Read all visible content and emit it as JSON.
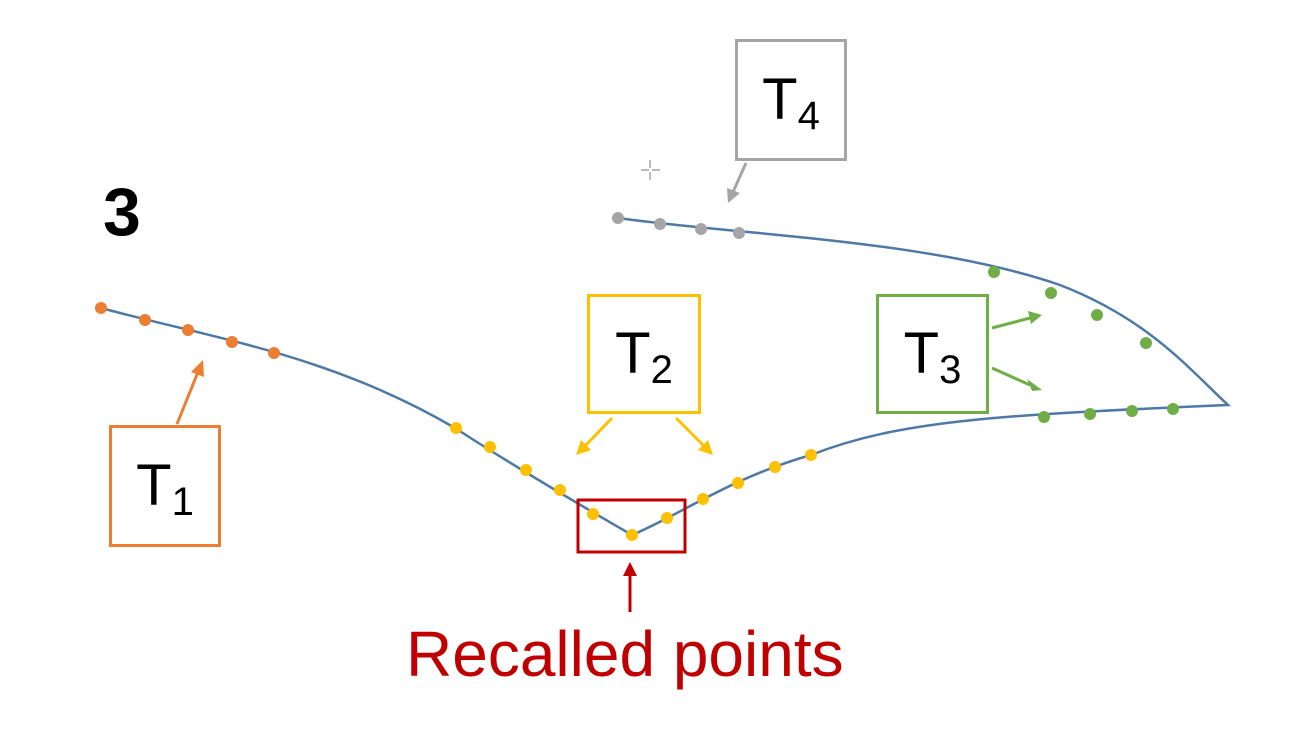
{
  "step_number": "3",
  "recalled_label": "Recalled points",
  "boxes": [
    {
      "id": "t1",
      "main": "T",
      "sub": "1"
    },
    {
      "id": "t2",
      "main": "T",
      "sub": "2"
    },
    {
      "id": "t3",
      "main": "T",
      "sub": "3"
    },
    {
      "id": "t4",
      "main": "T",
      "sub": "4"
    }
  ],
  "colors": {
    "curve": "#4e79a7",
    "t1": "#ed7d31",
    "t2": "#ffc000",
    "t3": "#70ad47",
    "t4": "#a5a5a5",
    "recalled": "#c00000",
    "text": "#000000"
  }
}
